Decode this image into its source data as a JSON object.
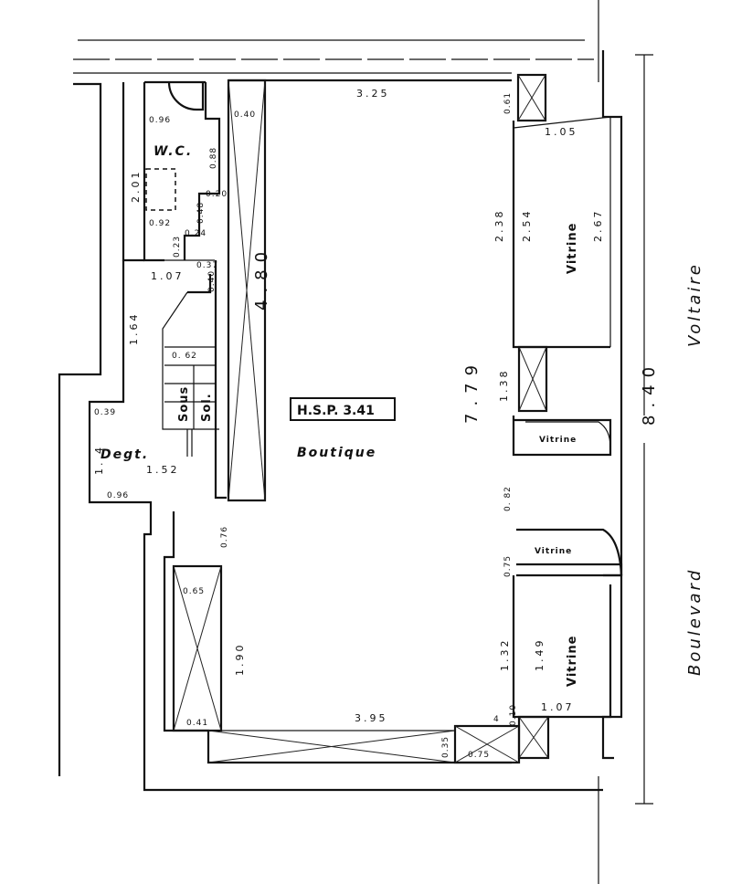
{
  "rooms": {
    "wc": "W.C.",
    "degt": "Degt.",
    "boutique": "Boutique",
    "sous_sol_a": "Sous",
    "sous_sol_b": "Sol."
  },
  "hsp": "H.S.P. 3.41",
  "street": {
    "boulevard": "Boulevard",
    "voltaire": "Voltaire"
  },
  "vitrines": {
    "upper": "Vitrine",
    "small_upper": "Vitrine",
    "small_lower": "Vitrine",
    "lower": "Vitrine"
  },
  "dimensions": {
    "top_width": "3.25",
    "bottom_width": "3.95",
    "depth_total": "7.79",
    "front_total": "8.40",
    "column_height": "4.80",
    "wc_096": "0.96",
    "wc_201": "2.01",
    "wc_088": "0.88",
    "wc_092": "0.92",
    "wc_048": "0.48",
    "wc_020": "0.20",
    "wc_024": "0.24",
    "wc_023": "0.23",
    "d_037": "0.37",
    "d_107": "1.07",
    "d_040": "0.40",
    "d_164": "1.64",
    "d_062": "0.  62",
    "d_039": "0.39",
    "d_14": "1.  4",
    "d_152": "1.52",
    "d_096b": "0.96",
    "col_040": "0.40",
    "d_076": "0.76",
    "d_065": "0.65",
    "d_190": "1.90",
    "d_041": "0.41",
    "d_035": "0.35",
    "d_075b": "0.75",
    "d_010": "0.10",
    "d_4": "4",
    "f_061": "0.61",
    "f_105": "1.05",
    "f_238": "2.38",
    "f_254": "2.54",
    "f_267": "2.67",
    "f_138": "1.38",
    "f_082": "0.  82",
    "f_075": "0.75",
    "f_132": "1.32",
    "f_149": "1.49",
    "f_107": "1.07"
  }
}
